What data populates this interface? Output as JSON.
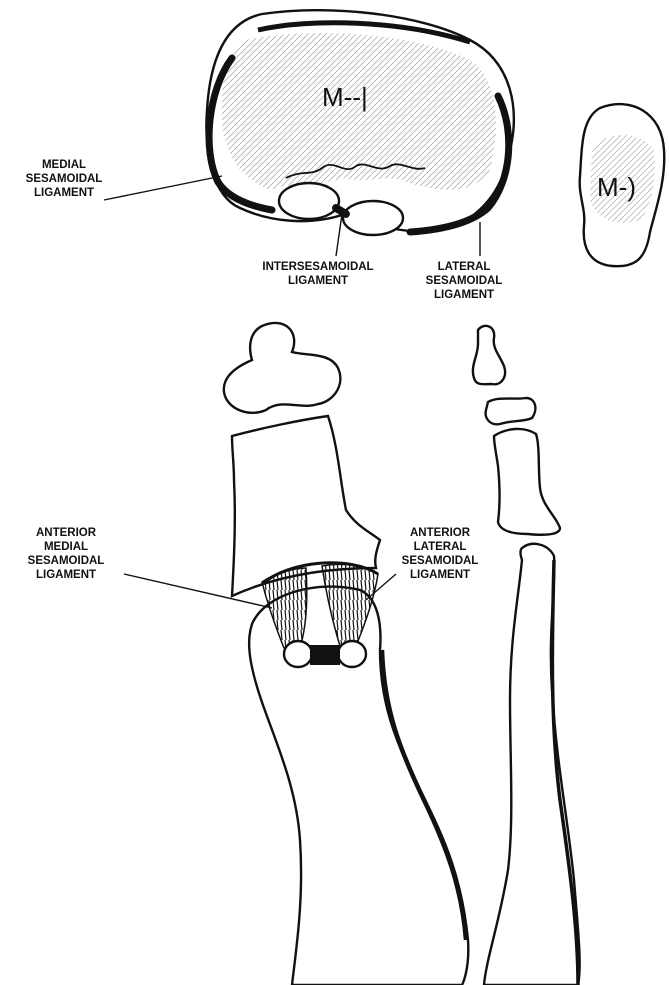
{
  "labels": {
    "medial_sesamoidal_ligament": [
      "MEDIAL",
      "SESAMOIDAL",
      "LIGAMENT"
    ],
    "intersesamoidal_ligament": [
      "INTERSESAMOIDAL",
      "LIGAMENT"
    ],
    "lateral_sesamoidal_ligament": [
      "LATERAL",
      "SESAMOIDAL",
      "LIGAMENT"
    ],
    "anterior_medial_sesamoidal_ligament": [
      "ANTERIOR",
      "MEDIAL",
      "SESAMOIDAL",
      "LIGAMENT"
    ],
    "anterior_lateral_sesamoidal_ligament": [
      "ANTERIOR",
      "LATERAL",
      "SESAMOIDAL",
      "LIGAMENT"
    ]
  },
  "marks": {
    "section_main": "M--|",
    "section_small": "M-)"
  }
}
